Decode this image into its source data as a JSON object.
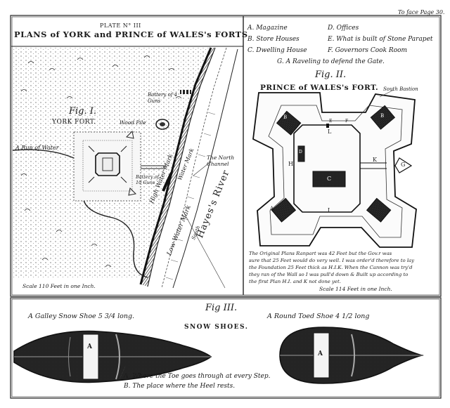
{
  "header": {
    "plate": "PLATE N° III",
    "title": "PLANS of YORK and PRINCE of WALES's FORTS",
    "to_face": "To face Page 30."
  },
  "fig1": {
    "fig_label": "Fig. I.",
    "fort_label": "YORK FORT.",
    "wood_pile": "Wood Pile",
    "battery_4": "Battery of 4 Guns",
    "battery_10": "Battery of 10 Guns",
    "run_of_water": "A Run of Water",
    "high_water": "High Water Mark",
    "low_water": "Low Water Mark",
    "water_mark": "Water Mark",
    "north_channel": "The North Channel",
    "hayes_river": "Hayes's River",
    "south": "South",
    "scale": "Scale 110 Feet in one Inch."
  },
  "legend": {
    "items": [
      "A. Magazine",
      "B. Store Houses",
      "C. Dwelling House",
      "D. Offices",
      "E. What is built of Stone Parapet",
      "F. Governors Cook Room",
      "G. A Raveling to defend the Gate."
    ]
  },
  "fig2": {
    "fig_label": "Fig. II.",
    "title": "PRINCE of WALES's FORT.",
    "south_bastion": "South Bastion",
    "letters": {
      "a": "A",
      "b1": "B",
      "b2": "B",
      "c": "C",
      "d": "D",
      "e": "E",
      "f": "F",
      "g": "G",
      "h": "H",
      "i": "I",
      "k": "K",
      "l": "L"
    },
    "note_lines": [
      "The Original Plans Ranpart was 42 Feet but the Gov.r was",
      "sure that 25 Feet would do very well. I was order'd therefore to lay",
      "the Foundation 25 Feet thick as H.I.K. When the Cannon was try'd",
      "they ran of the Wall so I was pull'd down & Built up according to",
      "the first Plan H.I. and K not done yet."
    ],
    "scale": "Scale 114 Feet in one Inch."
  },
  "fig3": {
    "fig_label": "Fig III.",
    "title": "SNOW SHOES.",
    "left_caption": "A Galley Snow Shoe 5 3/4 long.",
    "right_caption": "A Round Toed Shoe 4 1/2 long",
    "label_a1": "A",
    "label_a2": "A",
    "note_a": "A. Where the Toe goes through at every Step.",
    "note_b": "B. The place where the Heel rests."
  }
}
